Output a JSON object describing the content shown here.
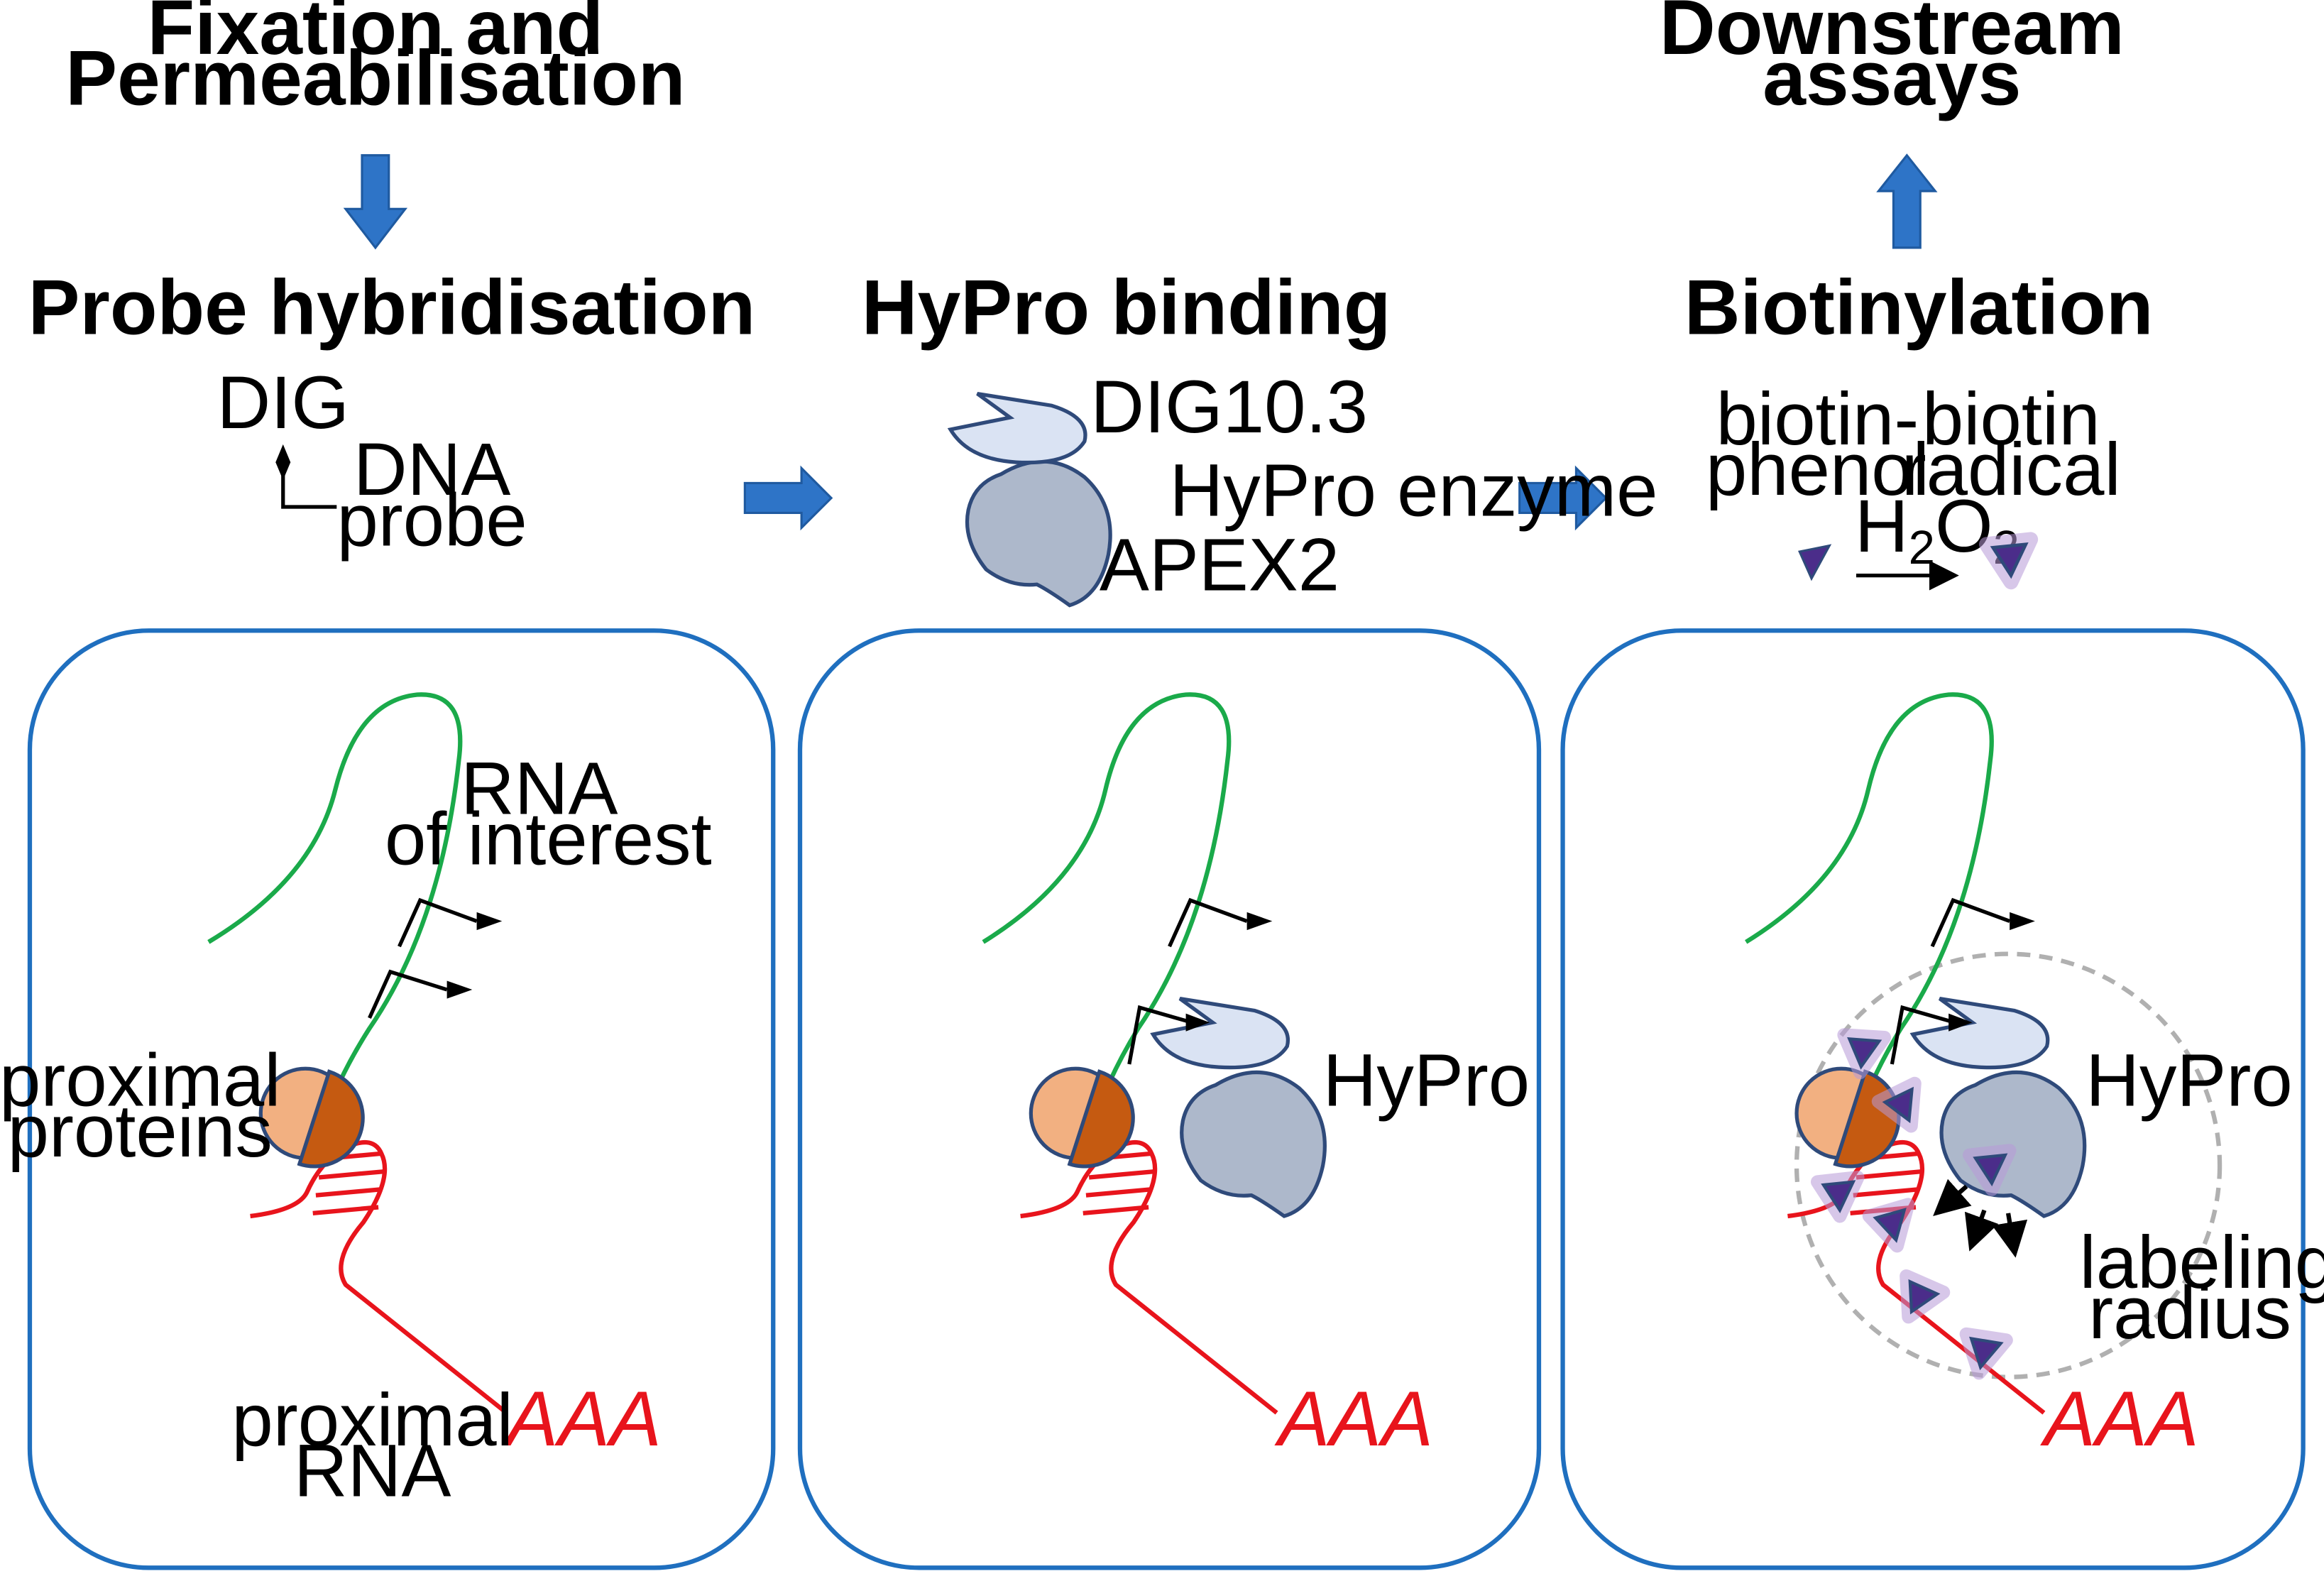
{
  "headings": {
    "fixation": [
      "Fixation and",
      "Permeabilisation"
    ],
    "downstream": [
      "Downstream",
      "assays"
    ],
    "probe_hybridisation": "Probe hybridisation",
    "hypro_binding": "HyPro binding",
    "biotinylation": "Biotinylation"
  },
  "legend": {
    "dig": "DIG",
    "dna_probe": [
      "DNA",
      "probe"
    ],
    "dig103": "DIG10.3",
    "hypro_enzyme": "HyPro enzyme",
    "apex2": "APEX2",
    "biotin_phenol": [
      "biotin-",
      "phenol"
    ],
    "biotin_radical": [
      "biotin",
      "radical"
    ],
    "h2o2_base": "H",
    "h2o2_sub1": "2",
    "h2o2_mid": "O",
    "h2o2_sub2": "2"
  },
  "panels": {
    "p1": {
      "rna_of_interest": [
        "RNA",
        "of interest"
      ],
      "proximal_proteins": [
        "proximal",
        "proteins"
      ],
      "proximal_rna": [
        "proximal",
        "RNA"
      ],
      "polya": "AAA"
    },
    "p2": {
      "hypro": "HyPro",
      "polya": "AAA"
    },
    "p3": {
      "hypro": "HyPro",
      "labeling_radius": [
        "labeling",
        "radius"
      ],
      "polya": "AAA"
    }
  },
  "colors": {
    "panel_border": "#1f6fbf",
    "arrow_blue": "#2e74c7",
    "rna_green": "#1aaa4a",
    "rna_red": "#e8141c",
    "protein_orange": "#f2b081",
    "protein_brown": "#c55a11",
    "apex2_grey": "#adb8cb",
    "dig_binder": "#dae3f3",
    "outline_navy": "#2f4a7a",
    "biotin_purple": "#4b2d8a",
    "biotin_glow": "#b89ad8"
  }
}
